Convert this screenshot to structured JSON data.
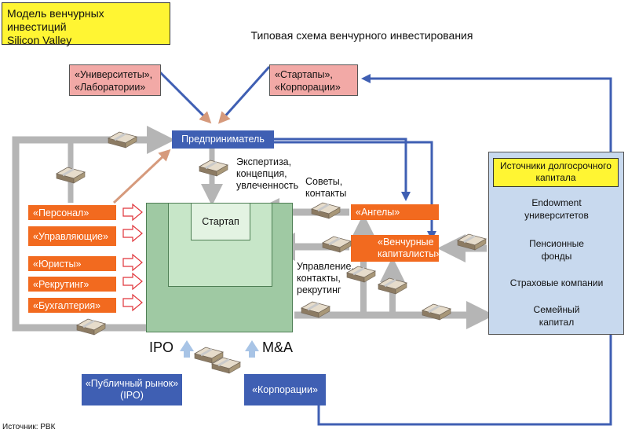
{
  "title": {
    "line1": "Модель венчурных инвестиций",
    "line2": "Silicon Valley"
  },
  "subtitle": "Типовая схема венчурного инвестирования",
  "pink_boxes": {
    "universities": {
      "line1": "«Университеты»,",
      "line2": "«Лаборатории»"
    },
    "startups": {
      "line1": "«Стартапы»,",
      "line2": "«Корпорации»"
    }
  },
  "entrepreneur": "Предприниматель",
  "expertise_label": {
    "line1": "Экспертиза,",
    "line2": "концепция,",
    "line3": "увлеченность"
  },
  "advice_label": {
    "line1": "Советы,",
    "line2": "контакты"
  },
  "management_label": {
    "line1": "Управление,",
    "line2": "контакты,",
    "line3": "рекрутинг"
  },
  "startup": "Стартап",
  "angels": "«Ангелы»",
  "vc": {
    "line1": "«Венчурные",
    "line2": "капиталисты»"
  },
  "services": [
    "«Персонал»",
    "«Управляющие»",
    "«Юристы»",
    "«Рекрутинг»",
    "«Бухгалтерия»"
  ],
  "sources": {
    "title_line1": "Источники долгосрочного",
    "title_line2": "капитала",
    "items": [
      {
        "line1": "Endowment",
        "line2": "университетов"
      },
      {
        "line1": "Пенсионные",
        "line2": "фонды"
      },
      {
        "line1": "Страховые компании",
        "line2": ""
      },
      {
        "line1": "Семейный",
        "line2": "капитал"
      }
    ]
  },
  "exit_ipo": "IPO",
  "exit_ma": "M&A",
  "public_market": {
    "line1": "«Публичный рынок»",
    "line2": "(IPO)"
  },
  "corporations": "«Корпорации»",
  "source_note": "Источник: РВК",
  "colors": {
    "gray_arrow": "#b5b5b5",
    "blue_arrow": "#3f5fb3",
    "orange": "#f26a1f",
    "pink": "#f2a9a6",
    "yellow": "#fff533",
    "light_blue": "#c8d9ee",
    "green": "#9fc9a3"
  }
}
